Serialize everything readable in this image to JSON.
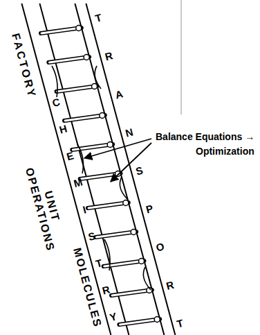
{
  "diagram": {
    "labels": [
      "TRANSPORT",
      "CHEMISTRY",
      "FACTORY",
      "UNIT OPERATIONS",
      "MOLECULES",
      "Balance Equations →",
      "Optimization"
    ]
  }
}
